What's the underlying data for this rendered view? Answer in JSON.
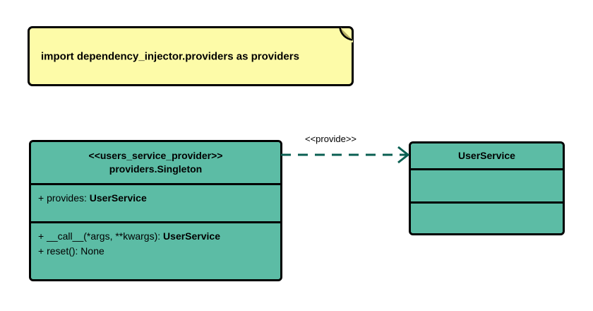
{
  "diagram": {
    "type": "uml-class-diagram",
    "background": "#ffffff",
    "colors": {
      "note_fill": "#fdfba8",
      "note_fold": "#b5ae63",
      "class_fill": "#5cbca5",
      "border": "#000000",
      "edge": "#0a5f52"
    }
  },
  "note": {
    "name": "import-note",
    "text": "import dependency_injector.providers as providers"
  },
  "classes": [
    {
      "id": "users-service-provider",
      "stereotype": "<<users_service_provider>>",
      "name": "providers.Singleton",
      "attributes": [
        {
          "visibility": "+",
          "text": "provides: ",
          "type": "UserService"
        }
      ],
      "operations": [
        {
          "visibility": "+",
          "text": "__call__(*args, **kwargs): ",
          "type": "UserService"
        },
        {
          "visibility": "+",
          "text": "reset(): None",
          "type": ""
        }
      ]
    },
    {
      "id": "user-service",
      "stereotype": "",
      "name": "UserService",
      "attributes": [],
      "operations": []
    }
  ],
  "edges": [
    {
      "id": "provide-dependency",
      "label": "<<provide>>",
      "style": "dashed",
      "arrowhead": "open",
      "source": "users-service-provider",
      "target": "user-service"
    }
  ]
}
